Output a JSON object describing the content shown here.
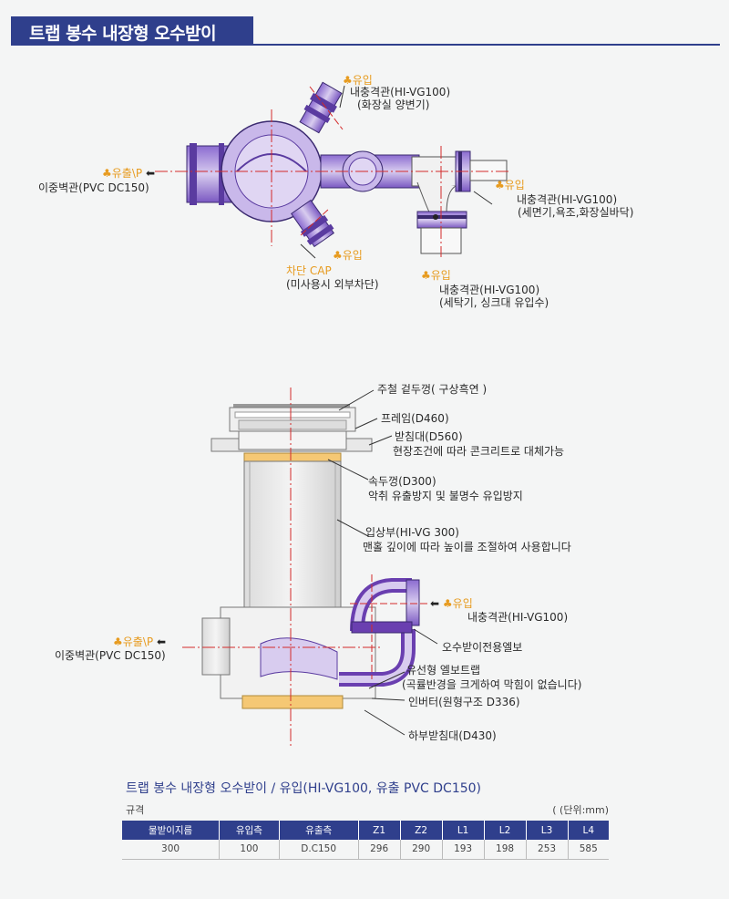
{
  "header": {
    "title": "트랩 봉수 내장형 오수받이"
  },
  "plan_view": {
    "inlet_top": {
      "label": "유입",
      "pipe": "내충격관(HI-VG100)",
      "use": "(화장실 양변기)"
    },
    "inlet_right": {
      "label": "유입",
      "pipe": "내충격관(HI-VG100)",
      "use": "(세면기,욕조,화장실바닥)"
    },
    "inlet_lower": {
      "label": "유입"
    },
    "inlet_bottom": {
      "label": "유입",
      "pipe": "내충격관(HI-VG100)",
      "use": "(세탁기, 싱크대 유입수)"
    },
    "outlet": {
      "label": "유출\\P",
      "pipe": "이중벽관(PVC DC150)"
    },
    "cap": {
      "label": "차단 CAP",
      "note": "(미사용시 외부차단)"
    }
  },
  "section_view": {
    "cover": "주철 겉두껑( 구상흑연 )",
    "frame": "프레임(D460)",
    "base": "받침대(D560)",
    "base_note": "현장조건에 따라 콘크리트로 대체가능",
    "inner_cover": "속두껑(D300)",
    "inner_cover_note": "악취 유출방지 및 불명수 유입방지",
    "riser": "입상부(HI-VG 300)",
    "riser_note": "맨홀 깊이에 따라 높이를 조절하여 사용합니다",
    "inlet": {
      "label": "유입",
      "pipe": "내충격관(HI-VG100)"
    },
    "elbow": "오수받이전용엘보",
    "trap": "유선형 엘보트랩",
    "trap_note": "(곡률반경을 크게하여 막힘이 없습니다)",
    "outlet": {
      "label": "유출\\P",
      "pipe": "이중벽관(PVC DC150)"
    },
    "inverter": "인버터(원형구조 D336)",
    "bottom_base": "하부받침대(D430)"
  },
  "spec_table": {
    "title": "트랩 봉수 내장형 오수받이 / 유입(HI-VG100, 유출 PVC DC150)",
    "caption": "규격",
    "unit": "(    (단위:mm)",
    "headers": [
      "물받이지름",
      "유입측",
      "유출측",
      "Z1",
      "Z2",
      "L1",
      "L2",
      "L3",
      "L4"
    ],
    "rows": [
      [
        "300",
        "100",
        "D.C150",
        "296",
        "290",
        "193",
        "198",
        "253",
        "585"
      ]
    ]
  },
  "colors": {
    "brand": "#2f3f8c",
    "pipe": "#6a3fb0",
    "accent": "#e79b1f",
    "centerline": "#d42a2a"
  }
}
